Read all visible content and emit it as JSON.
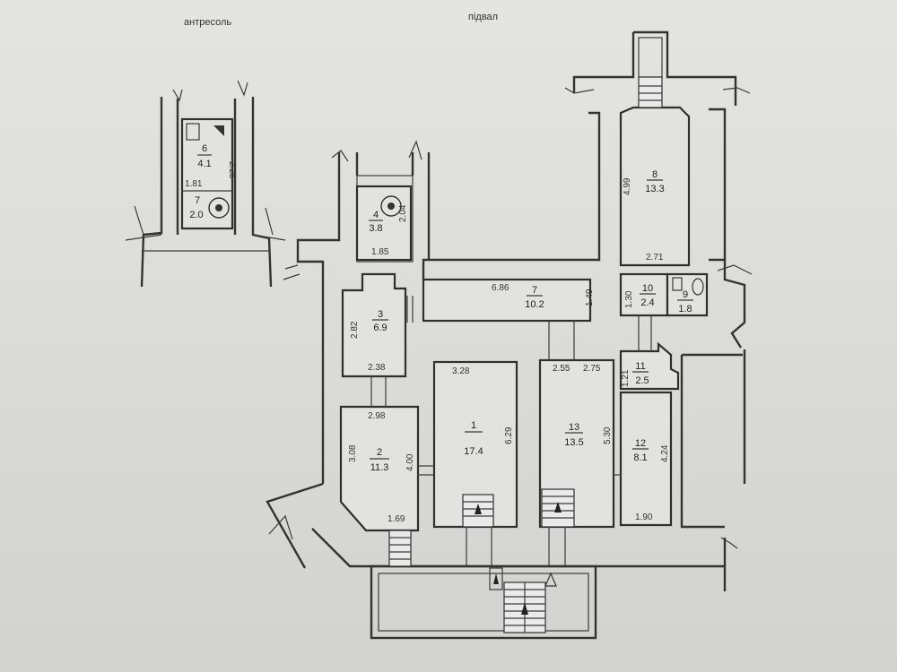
{
  "titles": {
    "mezzanine": "антресоль",
    "basement": "підвал"
  },
  "rooms": [
    {
      "id": "1",
      "num": "1",
      "area": "17.4"
    },
    {
      "id": "2",
      "num": "2",
      "area": "11.3"
    },
    {
      "id": "3",
      "num": "3",
      "area": "6.9"
    },
    {
      "id": "4",
      "num": "4",
      "area": "3.8"
    },
    {
      "id": "6",
      "num": "6",
      "area": "4.1"
    },
    {
      "id": "7",
      "num": "7",
      "area": "10.2"
    },
    {
      "id": "7b",
      "num": "7",
      "area": "2.0"
    },
    {
      "id": "8",
      "num": "8",
      "area": "13.3"
    },
    {
      "id": "9",
      "num": "9",
      "area": "1.8"
    },
    {
      "id": "10",
      "num": "10",
      "area": "2.4"
    },
    {
      "id": "11",
      "num": "11",
      "area": "2.5"
    },
    {
      "id": "12",
      "num": "12",
      "area": "8.1"
    },
    {
      "id": "13",
      "num": "13",
      "area": "13.5"
    }
  ],
  "dimensions": {
    "d225": "2.25",
    "d181": "1.81",
    "d204": "2.04",
    "d185": "1.85",
    "d282": "2.82",
    "d238": "2.38",
    "d686": "6.86",
    "d149": "1.49",
    "d130": "1.30",
    "d271": "2.71",
    "d499": "4.99",
    "d328": "3.28",
    "d629": "6.29",
    "d255": "2.55",
    "d275": "2.75",
    "d530": "5.30",
    "d121": "1.21",
    "d424": "4.24",
    "d190": "1.90",
    "d298": "2.98",
    "d308": "3.08",
    "d400": "4.00",
    "d169": "1.69"
  }
}
